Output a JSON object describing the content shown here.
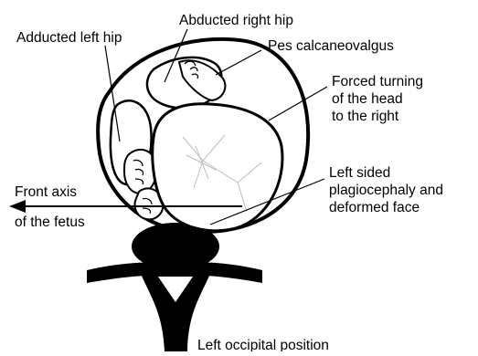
{
  "labels": {
    "abducted_right_hip": "Abducted right hip",
    "adducted_left_hip": "Adducted left hip",
    "pes_calcaneovalgus": "Pes calcaneovalgus",
    "forced_turning_line1": "Forced turning",
    "forced_turning_line2": "of the head",
    "forced_turning_line3": "to the right",
    "left_sided_line1": "Left sided",
    "left_sided_line2": "plagiocephaly and",
    "left_sided_line3": "deformed face",
    "front_axis_line1": "Front axis",
    "front_axis_line2": "of the fetus",
    "left_occipital_position": "Left occipital position"
  },
  "colors": {
    "ink": "#000000",
    "paper": "#ffffff",
    "shading": "#bdbdbd"
  }
}
